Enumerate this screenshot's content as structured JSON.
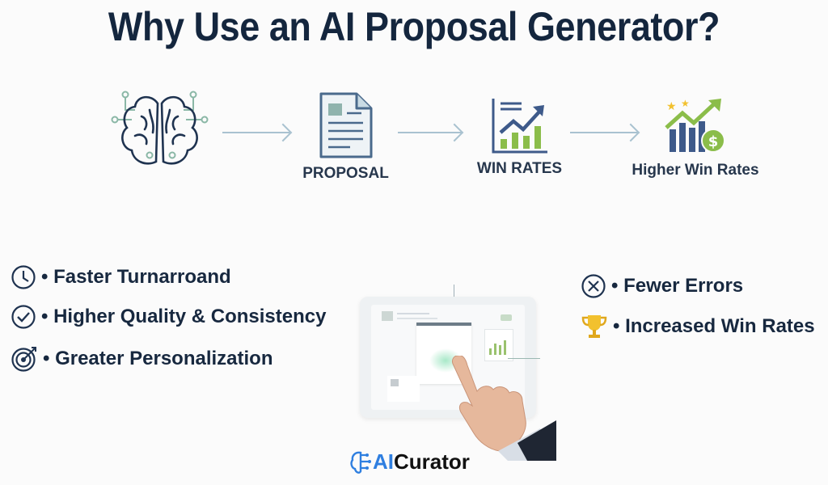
{
  "title": "Why Use an AI Proposal Generator?",
  "flow": {
    "steps": [
      {
        "icon": "brain-circuit-icon",
        "label": ""
      },
      {
        "icon": "document-icon",
        "label": "PROPOSAL"
      },
      {
        "icon": "bar-chart-trend-icon",
        "label": "WIN RATES"
      },
      {
        "icon": "growth-dollar-icon",
        "label": "Higher Win Rates"
      }
    ]
  },
  "benefits_left": [
    {
      "icon": "clock-icon",
      "label": "• Faster Turnarroand"
    },
    {
      "icon": "check-circle-icon",
      "label": "• Higher Quality & Consistency"
    },
    {
      "icon": "target-icon",
      "label": "• Greater Personalization"
    }
  ],
  "benefits_right": [
    {
      "icon": "x-circle-icon",
      "label": "• Fewer Errors"
    },
    {
      "icon": "trophy-icon",
      "label": "• Increased Win Rates"
    }
  ],
  "logo": {
    "prefix": "AI",
    "suffix": "Curator"
  },
  "colors": {
    "navy": "#14263e",
    "blue": "#3b5b94",
    "green": "#8bbd4a",
    "gold": "#f2c12e",
    "arrow": "#a9c2d0",
    "teal": "#8ab7a6",
    "logo_blue": "#2f7fe0"
  }
}
